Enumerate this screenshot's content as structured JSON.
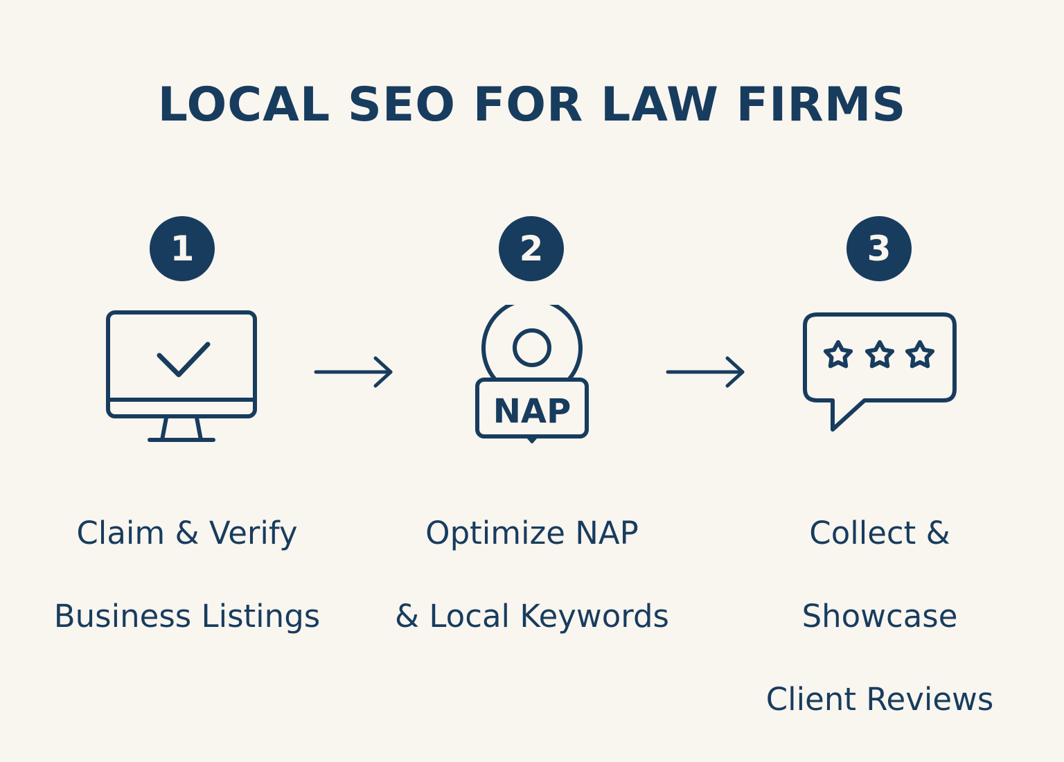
{
  "title": "LOCAL SEO FOR LAW FIRMS",
  "colors": {
    "background": "#f9f5ef",
    "primary": "#173c5e"
  },
  "steps": [
    {
      "number": "1",
      "icon": "monitor-check-icon",
      "label_lines": [
        "Claim & Verify",
        "Business Listings"
      ]
    },
    {
      "number": "2",
      "icon": "location-pin-nap-icon",
      "icon_text": "NAP",
      "label_lines": [
        "Optimize NAP",
        "& Local Keywords"
      ]
    },
    {
      "number": "3",
      "icon": "review-speech-bubble-stars-icon",
      "label_lines": [
        "Collect &",
        "Showcase",
        "Client Reviews"
      ]
    }
  ],
  "arrows": [
    "right-arrow-icon",
    "right-arrow-icon"
  ]
}
